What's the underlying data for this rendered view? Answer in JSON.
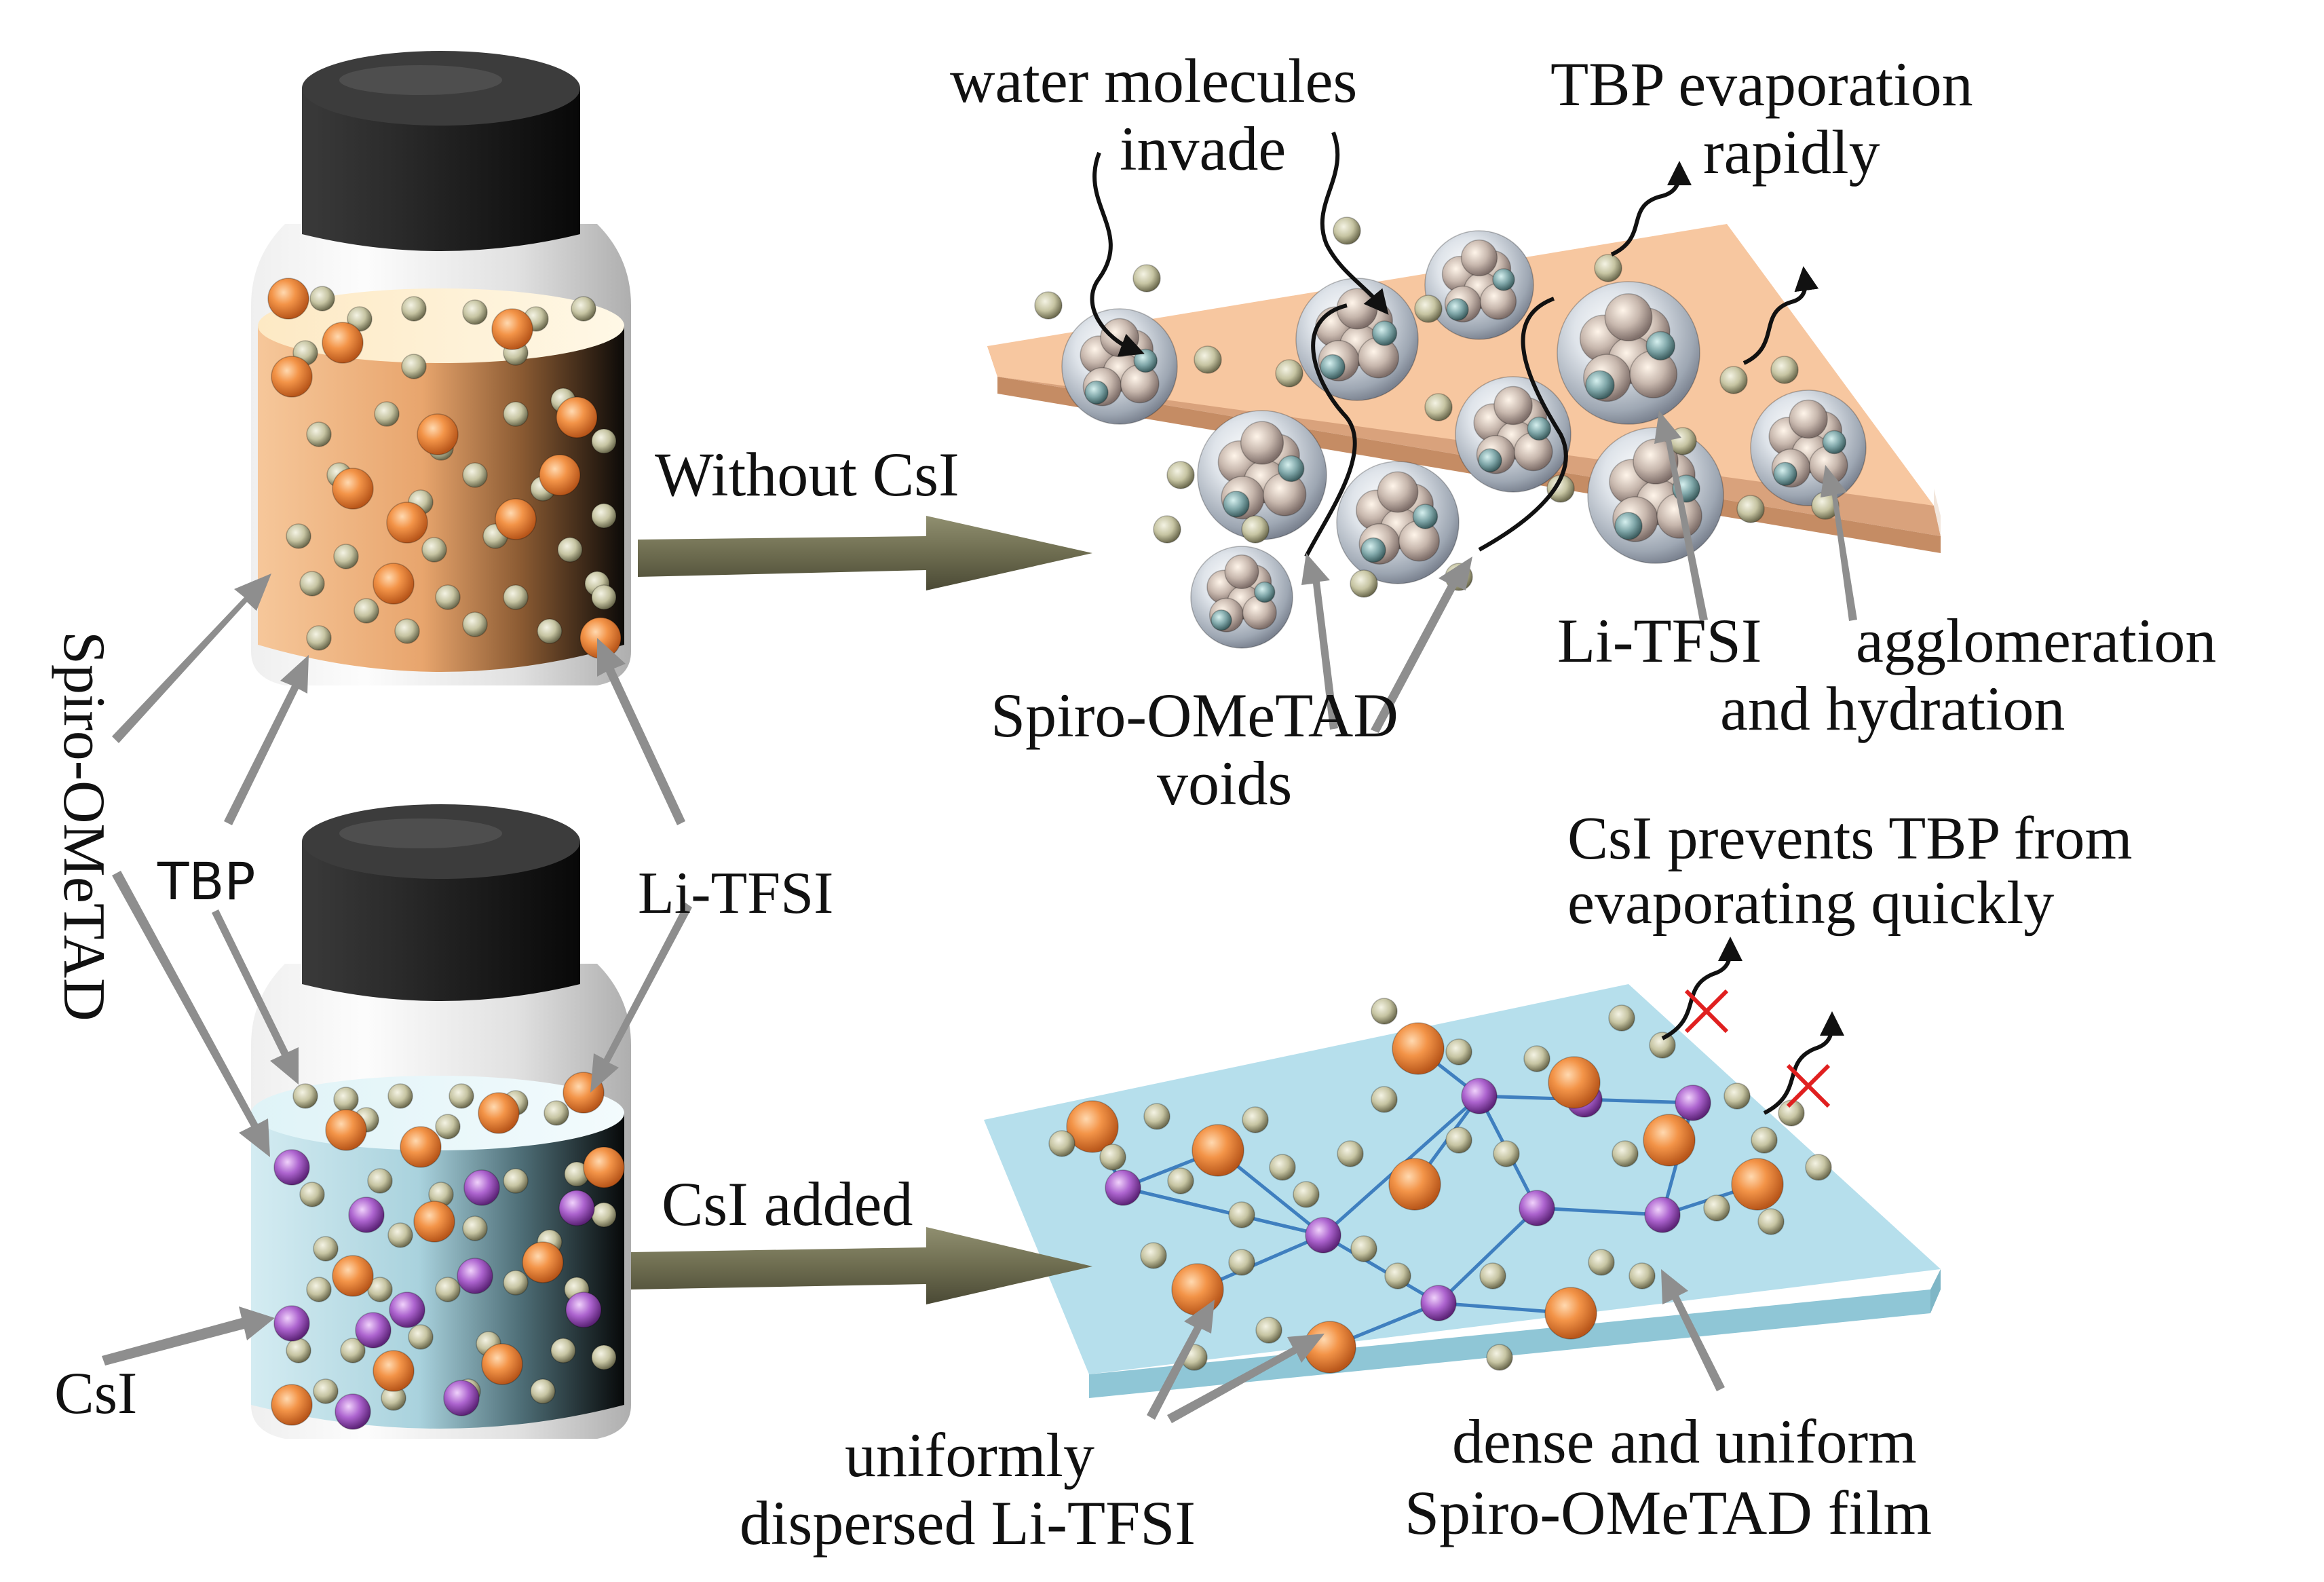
{
  "labels": {
    "spiro_vertical": "Spiro-OMeTAD",
    "tbp": "TBP",
    "li_tfsi_left": "Li-TFSI",
    "csi_left": "CsI",
    "without_csi": "Without CsI",
    "csi_added": "CsI added",
    "water_line1": "water molecules",
    "water_line2": "invade",
    "tbp_evap_line1": "TBP evaporation",
    "tbp_evap_line2": "rapidly",
    "spiro_voids_line1": "Spiro-OMeTAD",
    "spiro_voids_line2": "voids",
    "li_tfsi_right": "Li-TFSI",
    "agglo_line1": "agglomeration",
    "agglo_line2": "and hydration",
    "prevent_line1": "CsI prevents TBP from",
    "prevent_line2": "evaporating quickly",
    "uniform_line1": "uniformly",
    "uniform_line2": "dispersed Li-TFSI",
    "dense_line1": "dense and uniform",
    "dense_line2": "Spiro-OMeTAD film"
  },
  "colors": {
    "li_tfsi": "#f28a3a",
    "tbp": "#c9c7a6",
    "csi": "#a85fc8",
    "spiro_cluster": "#a9b7c2",
    "film_top": "#f7c9a2",
    "film_bottom": "#b8e2ee",
    "arrow": "#707055",
    "pointer": "#8a8a8a",
    "cap": "#1e1e1e",
    "cross": "#e02020"
  }
}
